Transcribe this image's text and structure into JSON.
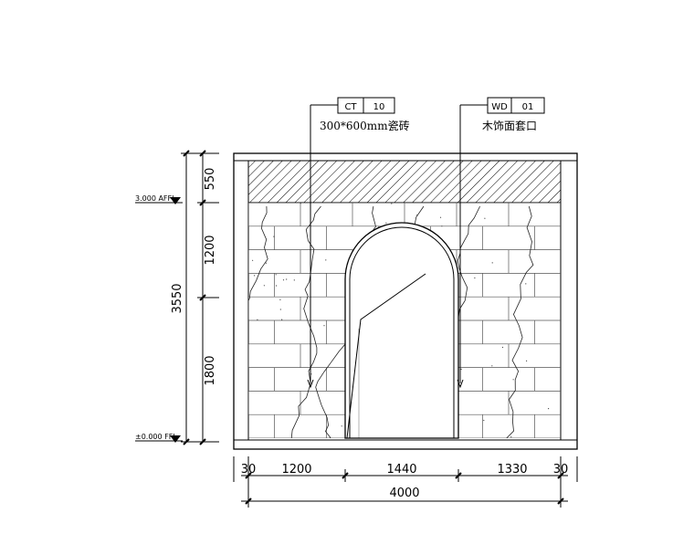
{
  "tags": [
    {
      "code": "CT",
      "num": "10",
      "label": "300*600mm瓷砖"
    },
    {
      "code": "WD",
      "num": "01",
      "label": "木饰面套口"
    }
  ],
  "levels": {
    "upper": "3.000 AFFL",
    "lower": "±0.000 FFL"
  },
  "vertical_dims": {
    "top": "550",
    "middle": "1200",
    "bottom": "1800",
    "total": "3550"
  },
  "horizontal_dims": {
    "left_edge": "30",
    "left": "1200",
    "center": "1440",
    "right": "1330",
    "right_edge": "30",
    "total": "4000"
  }
}
